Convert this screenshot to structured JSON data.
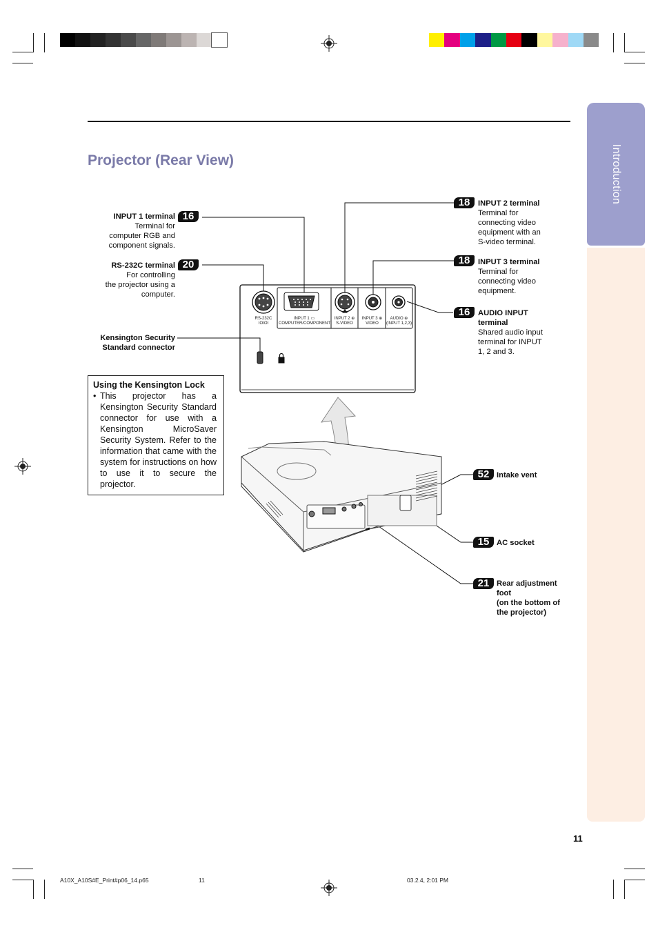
{
  "colors": {
    "tab": "#9d9fcd",
    "side_band": "#fdeee3",
    "title": "#7a7aa8"
  },
  "printer_marks": {
    "gray_bar": [
      "#000000",
      "#111111",
      "#222222",
      "#333333",
      "#4a4a4a",
      "#666666",
      "#7f7a78",
      "#9c9593",
      "#bcb4b2",
      "#dcd8d6",
      "#ffffff"
    ],
    "color_bar": [
      "#ffef00",
      "#e4007f",
      "#00a0e9",
      "#1d2088",
      "#009944",
      "#e60012",
      "#000000",
      "#fff79e",
      "#f6b1cc",
      "#9fd9f6",
      "#8a8a8a"
    ]
  },
  "tab": {
    "label": "Introduction"
  },
  "page": {
    "title": "Projector (Rear View)",
    "number": "11"
  },
  "callouts": {
    "input1": {
      "badge": "16",
      "title": "INPUT 1 terminal",
      "desc": [
        "Terminal for",
        "computer RGB and",
        "component signals."
      ]
    },
    "rs232c": {
      "badge": "20",
      "title": "RS-232C terminal",
      "desc": [
        "For controlling",
        "the projector using a",
        "computer."
      ]
    },
    "kensington": {
      "title": [
        "Kensington Security",
        "Standard connector"
      ]
    },
    "input2": {
      "badge": "18",
      "title": "INPUT 2 terminal",
      "desc": [
        "Terminal for",
        "connecting video",
        "equipment with an",
        "S-video terminal."
      ]
    },
    "input3": {
      "badge": "18",
      "title": "INPUT 3 terminal",
      "desc": [
        "Terminal for",
        "connecting video",
        "equipment."
      ]
    },
    "audio": {
      "badge": "16",
      "title": [
        "AUDIO INPUT",
        "terminal"
      ],
      "desc": [
        "Shared audio input",
        "terminal for INPUT",
        "1, 2 and 3."
      ]
    },
    "intake": {
      "badge": "52",
      "title": "Intake vent"
    },
    "ac": {
      "badge": "15",
      "title": "AC socket"
    },
    "foot": {
      "badge": "21",
      "title": [
        "Rear adjustment",
        "foot",
        "(on the bottom of",
        "the projector)"
      ]
    }
  },
  "panel_labels": {
    "rs232c": [
      "RS-232C",
      "IOIOI"
    ],
    "input1": [
      "INPUT 1 ▭",
      "COMPUTER/COMPONENT"
    ],
    "input2": [
      "INPUT 2 ⊕",
      "S-VIDEO"
    ],
    "input3": [
      "INPUT 3 ⊕",
      "VIDEO"
    ],
    "audio": [
      "AUDIO ⊕",
      "(INPUT 1,2,3)"
    ]
  },
  "note": {
    "heading": "Using the Kensington Lock",
    "bullet": "•",
    "text": "This projector has a Kensington Security Standard connector for use with a Kensington MicroSaver Security System. Refer to the information that came with the system for instructions on how to use it to secure the projector."
  },
  "footer": {
    "file": "A10X_A10S#E_Print#p06_14.p65",
    "page": "11",
    "date": "03.2.4, 2:01 PM"
  }
}
